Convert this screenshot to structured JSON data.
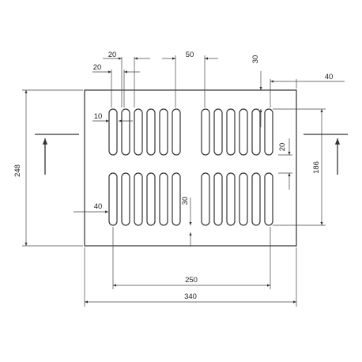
{
  "drawing": {
    "dimensions": {
      "overall_height": "248",
      "overall_width": "340",
      "slot_span": "250",
      "slot_pitch_a": "20",
      "slot_pitch_b": "20",
      "group_gap": "50",
      "top_margin": "30",
      "right_margin": "40",
      "slot_width": "10",
      "slot_height": "186",
      "row_gap": "20",
      "left_margin": "40",
      "center_gap": "30"
    },
    "layout": {
      "groups_per_row": 2,
      "slots_per_group": 6,
      "rows": 2
    },
    "colors": {
      "line": "#333333",
      "plate_fill": "#ffffff"
    }
  }
}
